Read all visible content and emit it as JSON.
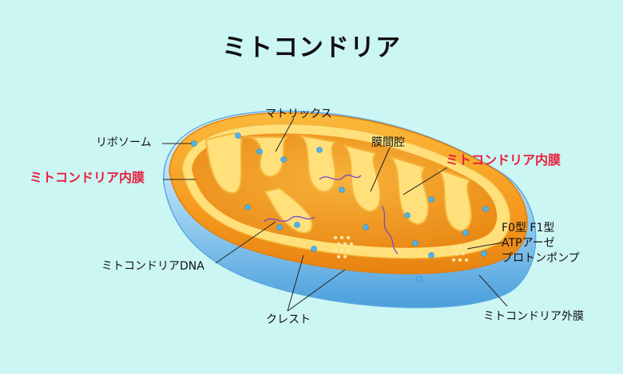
{
  "title": "ミトコンドリア",
  "labels": {
    "ribosome": "リボソーム",
    "matrix": "マトリックス",
    "intermembrane_space": "膜間腔",
    "inner_membrane_left": "ミトコンドリア内膜",
    "inner_membrane_right": "ミトコンドリア内膜",
    "mtdna": "ミトコンドリアDNA",
    "atp_line1": "F0型 F1型",
    "atp_line2": "ATPアーゼ",
    "atp_line3": "プロトンポンプ",
    "outer_membrane": "ミトコンドリア外膜",
    "cristae": "クレスト"
  },
  "colors": {
    "background": "#ccf6f3",
    "accent_red": "#e8203c",
    "outer_blue": "#7cc2ee",
    "orange": "#f5a72a",
    "cristae_yellow": "#ffe07a"
  }
}
